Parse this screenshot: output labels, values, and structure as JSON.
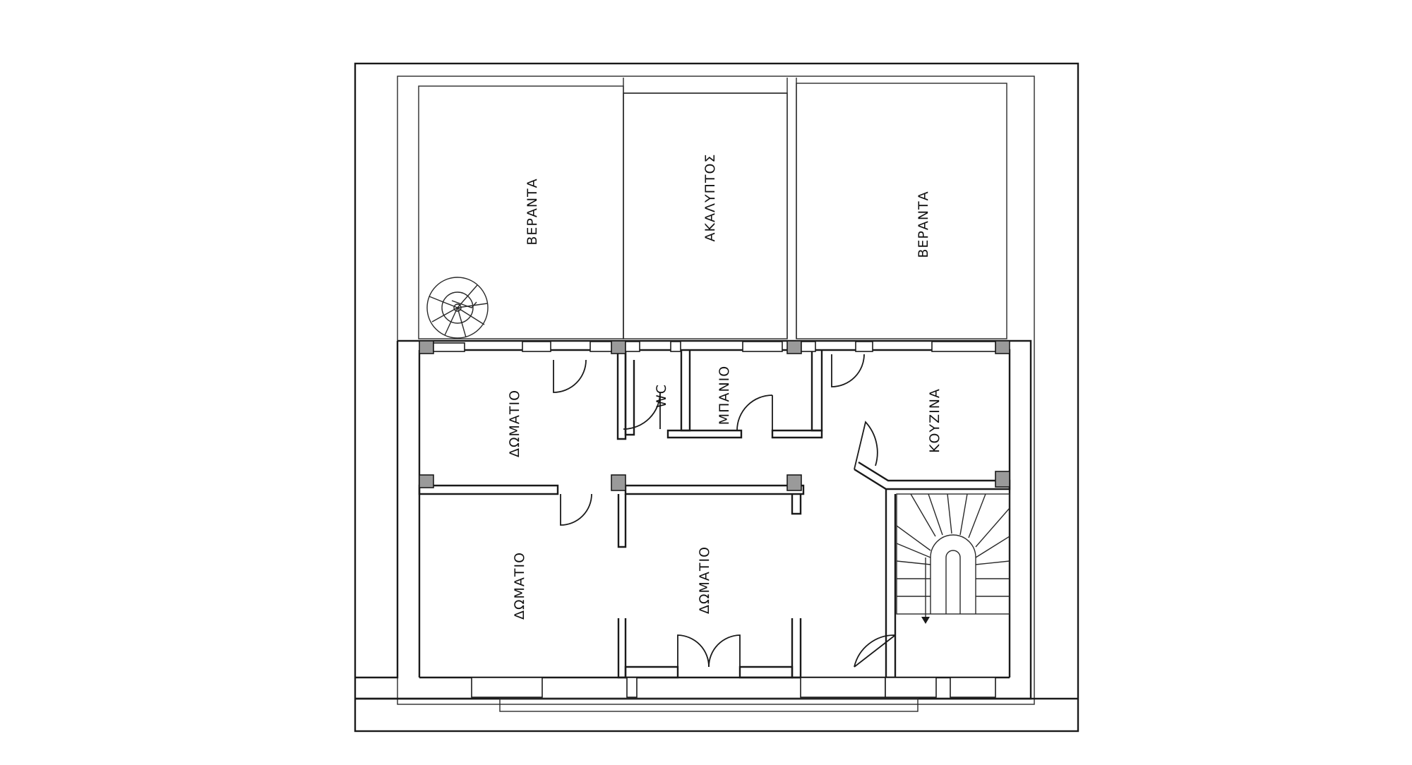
{
  "rooms": {
    "veranda_left": "ΒΕΡΑΝΤΑ",
    "courtyard": "ΑΚΑΛΥΠΤΟΣ",
    "veranda_right": "ΒΕΡΑΝΤΑ",
    "bedroom_top_left": "ΔΩΜΑΤΙΟ",
    "wc": "WC",
    "bathroom": "ΜΠΑΝΙΟ",
    "kitchen": "ΚΟΥΖΙΝΑ",
    "bedroom_bottom_left": "ΔΩΜΑΤΙΟ",
    "bedroom_bottom_center": "ΔΩΜΑΤΙΟ"
  },
  "colors": {
    "line": "#1a1a1a",
    "column_hatch": "#9a9a9a",
    "background": "#ffffff"
  }
}
